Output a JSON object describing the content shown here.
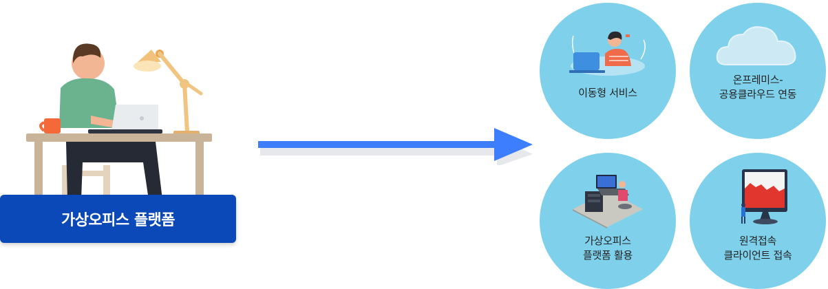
{
  "platform": {
    "label": "가상오피스 플랫폼"
  },
  "services": [
    {
      "id": "mobile",
      "lines": [
        "이동형 서비스"
      ]
    },
    {
      "id": "cloud",
      "lines": [
        "온프레미스-",
        "공용클라우드 연동"
      ]
    },
    {
      "id": "office",
      "lines": [
        "가상오피스",
        "플랫폼 활용"
      ]
    },
    {
      "id": "remote",
      "lines": [
        "원격접속",
        "클라이언트 접속"
      ]
    }
  ],
  "colors": {
    "platform_bg": "#0a49b7",
    "arrow": "#3d7eff",
    "circle": "#7fd1eb"
  },
  "icons": [
    "person-at-desk-icon",
    "flow-arrow-icon",
    "headset-agent-icon",
    "cloud-icon",
    "office-desk-icon",
    "remote-monitor-icon"
  ]
}
